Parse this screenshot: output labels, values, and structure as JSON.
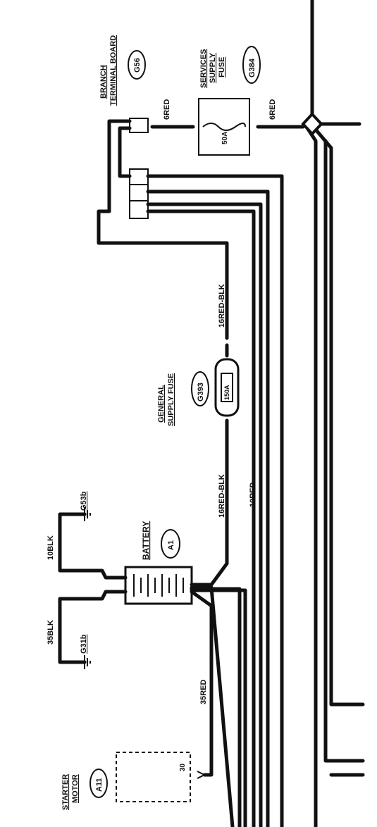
{
  "components": {
    "branch_board": {
      "name": "BRANCH\nTERMINAL BOARD",
      "code": "G56"
    },
    "services_fuse": {
      "name": "SERVICES\nSUPPLY\nFUSE",
      "code": "G384",
      "rating": "50A"
    },
    "general_fuse": {
      "name": "GENERAL\nSUPPLY FUSE",
      "code": "G393",
      "rating": "150A"
    },
    "battery": {
      "name": "BATTERY",
      "code": "A1"
    },
    "starter": {
      "name": "STARTER\nMOTOR",
      "code": "A11",
      "terminal": "30"
    },
    "ground_g53b": {
      "code": "G53b"
    },
    "ground_g31b": {
      "code": "G31b"
    }
  },
  "wires": {
    "w6red_a": "6RED",
    "w6red_b": "6RED",
    "w16redblk_a": "16RED-BLK",
    "w16redblk_b": "16RED-BLK",
    "w10red": "10RED",
    "w10blk": "10BLK",
    "w35blk": "35BLK",
    "w35red": "35RED"
  },
  "colors": {
    "ink": "#111111",
    "paper": "#ffffff"
  }
}
